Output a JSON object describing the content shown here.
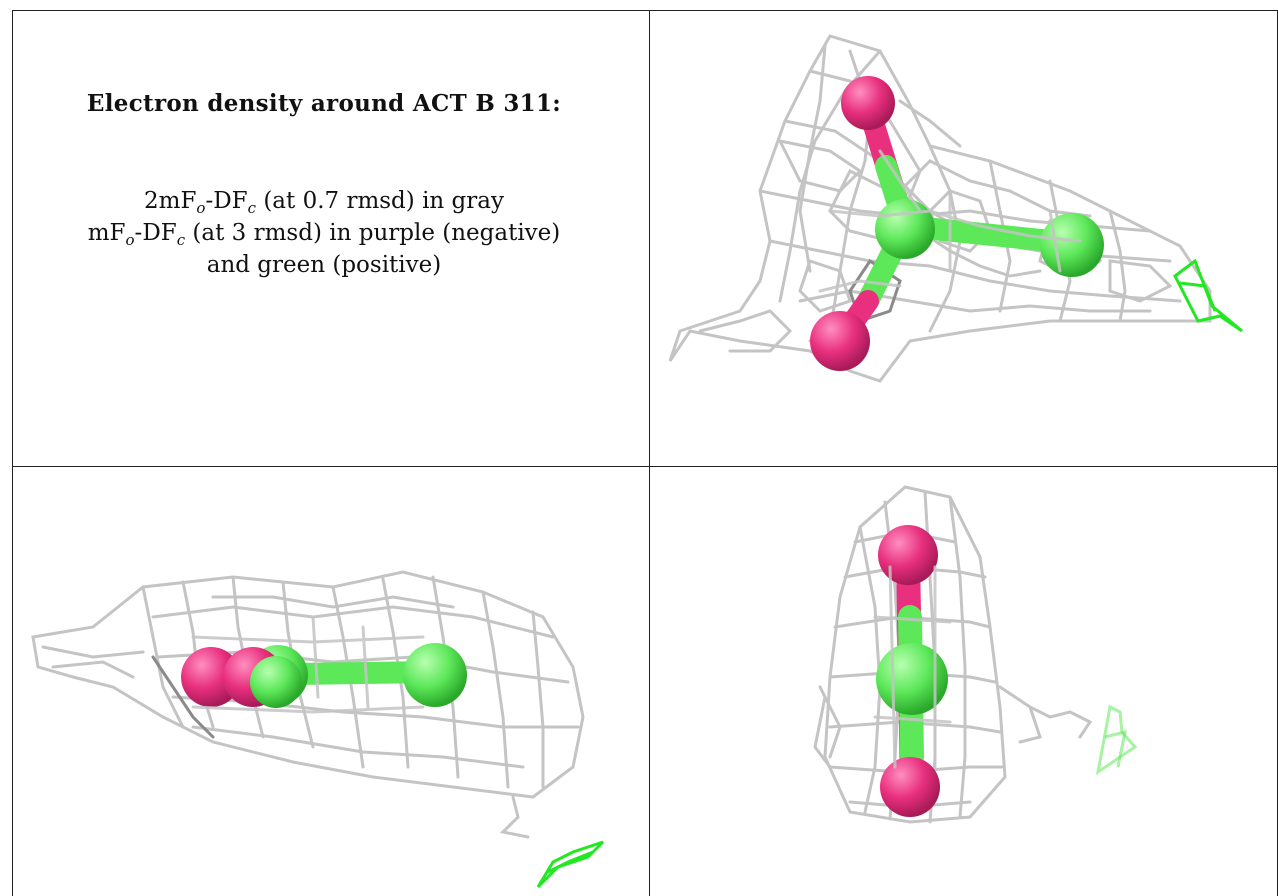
{
  "caption": {
    "title": "Electron density around ACT B 311:",
    "line1": {
      "prefix": "2mF",
      "sub1": "o",
      "mid": "-DF",
      "sub2": "c",
      "suffix": " (at 0.7 rmsd) in gray"
    },
    "line2": {
      "prefix": "mF",
      "sub1": "o",
      "mid": "-DF",
      "sub2": "c",
      "suffix": " (at 3 rmsd) in purple (negative)"
    },
    "line3": "and green (positive)"
  },
  "colors": {
    "mesh_gray": "#c4c4c4",
    "oxygen_magenta": "#e8307e",
    "carbon_green": "#5de85a",
    "positive_density_green": "#22e822",
    "border": "#222222"
  },
  "panels": [
    {
      "name": "view-top-right",
      "description_icon": "density-mesh-icon"
    },
    {
      "name": "view-bottom-left",
      "description_icon": "density-mesh-icon"
    },
    {
      "name": "view-bottom-right",
      "description_icon": "density-mesh-icon"
    }
  ]
}
